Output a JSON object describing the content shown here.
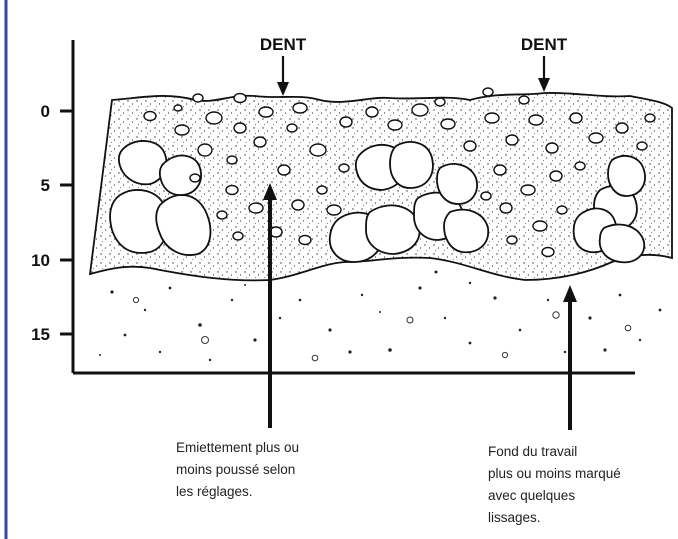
{
  "axis": {
    "ticks": [
      "0",
      "5",
      "10",
      "15"
    ]
  },
  "labels": {
    "dent_left": "DENT",
    "dent_right": "DENT"
  },
  "annotations": {
    "left": [
      "Emiettement plus ou",
      "moins poussé selon",
      "les réglages."
    ],
    "right": [
      "Fond du travail",
      "plus ou moins marqué",
      "avec quelques",
      "lissages."
    ]
  },
  "colors": {
    "border_left": "#3b46a8",
    "ink": "#111111",
    "stone_fill": "#ffffff"
  }
}
